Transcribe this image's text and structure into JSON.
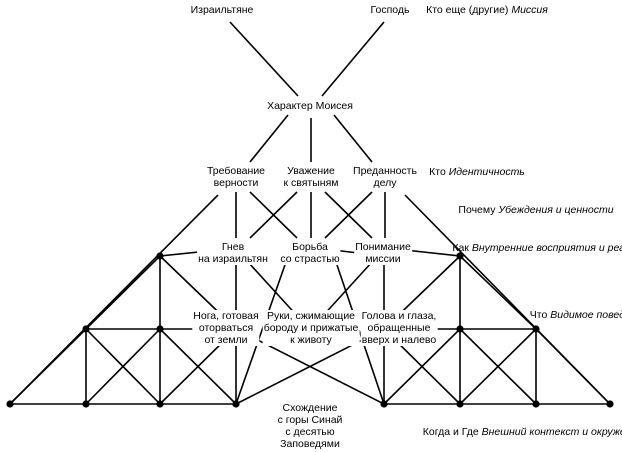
{
  "top": {
    "israelites": "Израильтяне",
    "lord": "Господь",
    "who_else": "Кто еще (другие)",
    "mission": "Миссия"
  },
  "center": {
    "character": "Характер Моисея",
    "demand": [
      "Требование",
      "верности"
    ],
    "respect": [
      "Уважение",
      "к святыням"
    ],
    "devotion": [
      "Преданность",
      "делу"
    ],
    "anger": [
      "Гнев",
      "на израильтян"
    ],
    "struggle": [
      "Борьба",
      "со страстью"
    ],
    "understanding": [
      "Понимание",
      "миссии"
    ],
    "foot": [
      "Нога, готовая",
      "оторваться",
      "от земли"
    ],
    "hands": [
      "Руки, сжимающие",
      "бороду и прижатые",
      "к животу"
    ],
    "head": [
      "Голова и глаза,",
      "обращенные",
      "вверх и налево"
    ],
    "descent": [
      "Схождение",
      "с горы Синай",
      "с десятью",
      "Заповедями"
    ]
  },
  "levels": {
    "who": "Кто",
    "identity": "Идентичность",
    "why": "Почему",
    "beliefs": "Убеждения и ценности",
    "how": "Как",
    "inner": [
      "Внутренние восприятия",
      "и реакции"
    ],
    "what": "Что",
    "visible": [
      "Видимое",
      "поведение"
    ],
    "when_where": "Когда и Где",
    "context": "Внешний контекст и окружение"
  }
}
